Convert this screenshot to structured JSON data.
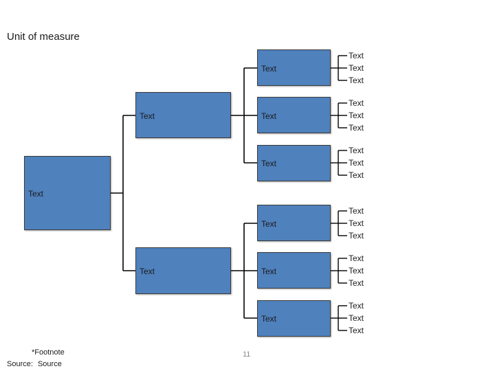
{
  "header": {
    "title": "Unit of measure"
  },
  "tree": {
    "root": {
      "label": "Text"
    },
    "branches": [
      {
        "label": "Text",
        "children": [
          {
            "label": "Text",
            "leaves": [
              "Text",
              "Text",
              "Text"
            ]
          },
          {
            "label": "Text",
            "leaves": [
              "Text",
              "Text",
              "Text"
            ]
          },
          {
            "label": "Text",
            "leaves": [
              "Text",
              "Text",
              "Text"
            ]
          }
        ]
      },
      {
        "label": "Text",
        "children": [
          {
            "label": "Text",
            "leaves": [
              "Text",
              "Text",
              "Text"
            ]
          },
          {
            "label": "Text",
            "leaves": [
              "Text",
              "Text",
              "Text"
            ]
          },
          {
            "label": "Text",
            "leaves": [
              "Text",
              "Text",
              "Text"
            ]
          }
        ]
      }
    ]
  },
  "footer": {
    "footnote": "*Footnote",
    "source": "Source: Source",
    "page_number": "11"
  },
  "colors": {
    "box_fill": "#4f81bd",
    "line": "#000000"
  }
}
